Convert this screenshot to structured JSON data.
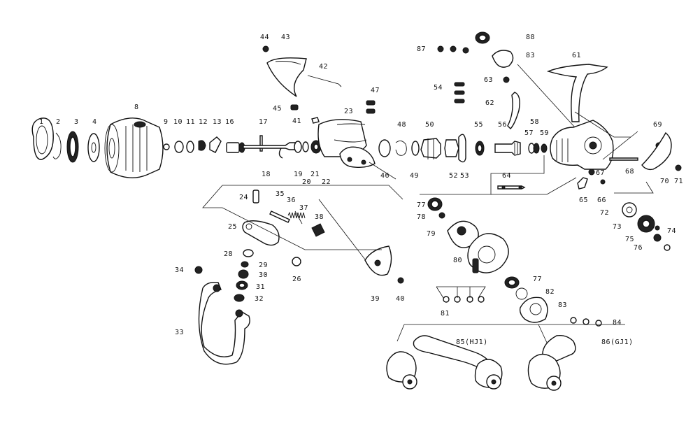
{
  "diagram": {
    "labels": {
      "p1": "1",
      "p2": "2",
      "p3": "3",
      "p4": "4",
      "p8": "8",
      "p9": "9",
      "p10": "10",
      "p11": "11",
      "p12": "12",
      "p13": "13",
      "p16": "16",
      "p17": "17",
      "p18": "18",
      "p19": "19",
      "p20": "20",
      "p21": "21",
      "p22": "22",
      "p23": "23",
      "p24": "24",
      "p25": "25",
      "p26": "26",
      "p28": "28",
      "p29": "29",
      "p30": "30",
      "p31": "31",
      "p32": "32",
      "p33": "33",
      "p34": "34",
      "p35": "35",
      "p36": "36",
      "p37": "37",
      "p38": "38",
      "p39": "39",
      "p40": "40",
      "p41": "41",
      "p42": "42",
      "p43": "43",
      "p44": "44",
      "p45": "45",
      "p46": "46",
      "p47": "47",
      "p48": "48",
      "p49": "49",
      "p50": "50",
      "p52": "52",
      "p53": "53",
      "p54": "54",
      "p55": "55",
      "p56": "56",
      "p57": "57",
      "p58": "58",
      "p59": "59",
      "p61": "61",
      "p62": "62",
      "p63": "63",
      "p64": "64",
      "p65": "65",
      "p66": "66",
      "p67": "67",
      "p68": "68",
      "p69": "69",
      "p70": "70",
      "p71": "71",
      "p72": "72",
      "p73": "73",
      "p74": "74",
      "p75": "75",
      "p76": "76",
      "p77a": "77",
      "p77b": "77",
      "p78": "78",
      "p79": "79",
      "p80": "80",
      "p81": "81",
      "p82": "82",
      "p83a": "83",
      "p83b": "83",
      "p84": "84",
      "p85": "85(HJ1)",
      "p86": "86(GJ1)",
      "p87": "87",
      "p88": "88"
    }
  }
}
